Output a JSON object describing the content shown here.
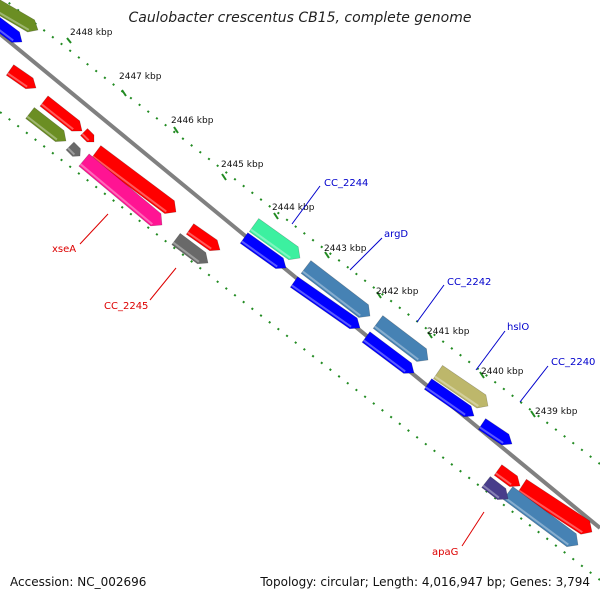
{
  "title": "Caulobacter crescentus CB15, complete genome",
  "footer": {
    "accession": "Accession: NC_002696",
    "topology": "Topology: circular; Length: 4,016,947 bp; Genes: 3,794"
  },
  "kbp_ticks": [
    "2448 kbp",
    "2447 kbp",
    "2446 kbp",
    "2445 kbp",
    "2444 kbp",
    "2443 kbp",
    "2442 kbp",
    "2441 kbp",
    "2440 kbp",
    "2439 kbp"
  ],
  "gene_labels": {
    "cc_2244": "CC_2244",
    "argd": "argD",
    "cc_2242": "CC_2242",
    "hslo": "hslO",
    "cc_2240": "CC_2240",
    "xsea": "xseA",
    "cc_2245": "CC_2245",
    "apag": "apaG"
  },
  "colors": {
    "backbone": "#808080",
    "tick_dots": "#228b22",
    "red": "#ff0000",
    "blue": "#0000ff",
    "olive": "#6b8e23",
    "gray": "#696969",
    "magenta": "#ff1493",
    "spring_green": "#3cf0a0",
    "steelblue": "#4682b4",
    "khaki": "#bdb76b",
    "darkslateblue": "#483d8b",
    "label_blue": "#0000cc",
    "label_red": "#dd0000"
  }
}
